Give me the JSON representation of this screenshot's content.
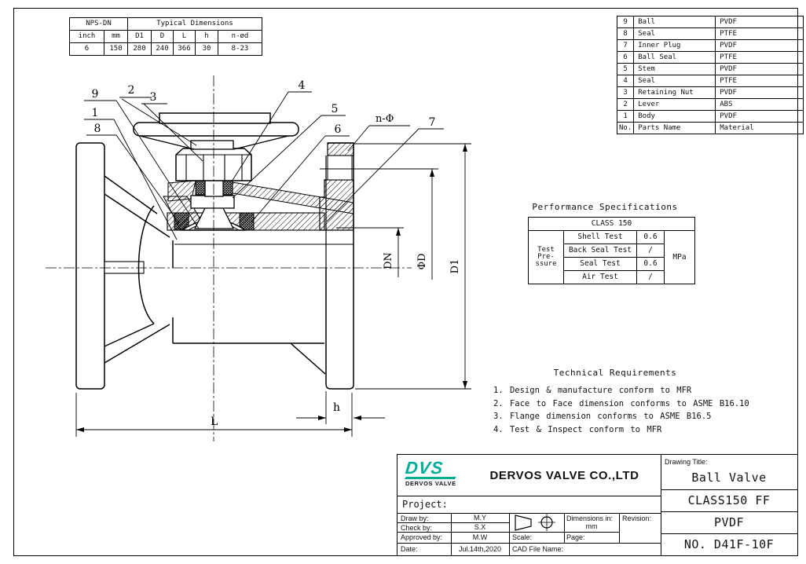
{
  "dims_table": {
    "header_left": "NPS-DN",
    "header_right": "Typical Dimensions",
    "cols": [
      "inch",
      "mm",
      "D1",
      "D",
      "L",
      "h",
      "n-ød"
    ],
    "vals": [
      "6",
      "150",
      "280",
      "240",
      "366",
      "30",
      "8-23"
    ]
  },
  "parts_table": {
    "rows": [
      {
        "no": "9",
        "name": "Ball",
        "material": "PVDF"
      },
      {
        "no": "8",
        "name": "Seal",
        "material": "PTFE"
      },
      {
        "no": "7",
        "name": "Inner Plug",
        "material": "PVDF"
      },
      {
        "no": "6",
        "name": "Ball Seal",
        "material": "PTFE"
      },
      {
        "no": "5",
        "name": "Stem",
        "material": "PVDF"
      },
      {
        "no": "4",
        "name": "Seal",
        "material": "PTFE"
      },
      {
        "no": "3",
        "name": "Retaining Nut",
        "material": "PVDF"
      },
      {
        "no": "2",
        "name": "Lever",
        "material": "ABS"
      },
      {
        "no": "1",
        "name": "Body",
        "material": "PVDF"
      }
    ],
    "footer": {
      "no": "No.",
      "name": "Parts Name",
      "material": "Material"
    }
  },
  "performance": {
    "title": "Performance Specifications",
    "class_header": "CLASS 150",
    "row_label": "Test\nPre-\nssure",
    "unit": "MPa",
    "tests": [
      {
        "name": "Shell Test",
        "value": "0.6"
      },
      {
        "name": "Back Seal Test",
        "value": "/"
      },
      {
        "name": "Seal Test",
        "value": "0.6"
      },
      {
        "name": "Air Test",
        "value": "/"
      }
    ]
  },
  "technical": {
    "title": "Technical Requirements",
    "items": [
      "1. Design & manufacture conform to MFR",
      "2. Face to Face dimension conforms to ASME B16.10",
      "3. Flange dimension conforms to ASME B16.5",
      "4. Test & Inspect conform to MFR"
    ]
  },
  "titleblock": {
    "logo_text": "DVS",
    "logo_sub": "DERVOS VALVE",
    "company": "DERVOS VALVE CO.,LTD",
    "drawing_title_label": "Drawing Title:",
    "drawing_title": "Ball Valve",
    "project_label": "Project:",
    "class_text": "CLASS150 FF",
    "material_text": "PVDF",
    "number_text": "NO. D41F-10F",
    "draw_by_label": "Draw by:",
    "draw_by": "M.Y",
    "check_by_label": "Check by:",
    "check_by": "S.X",
    "approved_by_label": "Approved by:",
    "approved_by": "M.W",
    "date_label": "Date:",
    "date": "Jul.14th,2020",
    "scale_label": "Scale:",
    "cad_label": "CAD File Name:",
    "dims_in_label": "Dimensions in:",
    "dims_in_value": "mm",
    "revision_label": "Revision:",
    "page_label": "Page:"
  },
  "drawing": {
    "callouts": {
      "c1": "1",
      "c2": "2",
      "c3": "3",
      "c4": "4",
      "c5": "5",
      "c6": "6",
      "c7": "7",
      "c8": "8",
      "c9": "9"
    },
    "dim_labels": {
      "L": "L",
      "h": "h",
      "dn": "DN",
      "phid": "ΦD",
      "d1": "D1",
      "nphi": "n-Φ"
    }
  },
  "colors": {
    "line": "#000000",
    "logo_teal": "#00AD96"
  }
}
